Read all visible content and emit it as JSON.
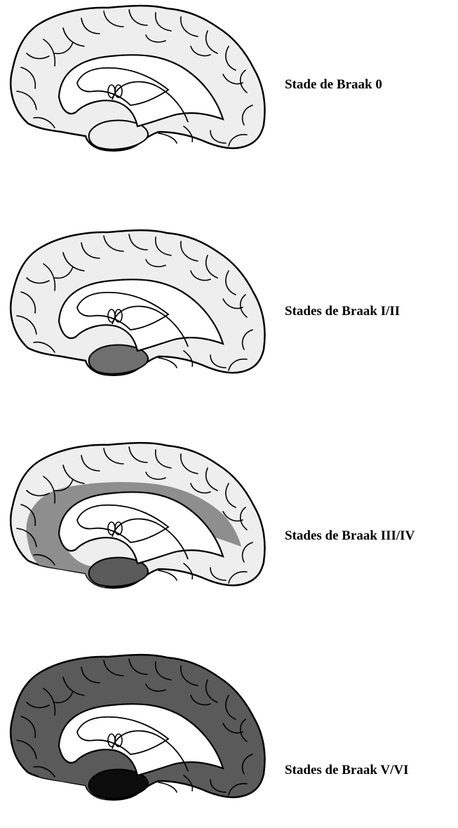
{
  "stages": [
    {
      "label": "Stade de Braak 0",
      "transentorhinal": "none",
      "limbic": "none",
      "neocortex": "none"
    },
    {
      "label": "Stades de Braak I/II",
      "transentorhinal": "light",
      "limbic": "none",
      "neocortex": "none"
    },
    {
      "label": "Stades de Braak III/IV",
      "transentorhinal": "dark",
      "limbic": "medium",
      "neocortex": "none"
    },
    {
      "label": "Stades de Braak V/VI",
      "transentorhinal": "black",
      "limbic": "dark",
      "neocortex": "dark"
    }
  ],
  "colors": {
    "none": "#eeeeee",
    "light": "#6f6f6f",
    "medium": "#8e8e8e",
    "dark": "#5a5a5a",
    "black": "#0c0c0c",
    "outline": "#000000",
    "cavity": "#ffffff"
  }
}
